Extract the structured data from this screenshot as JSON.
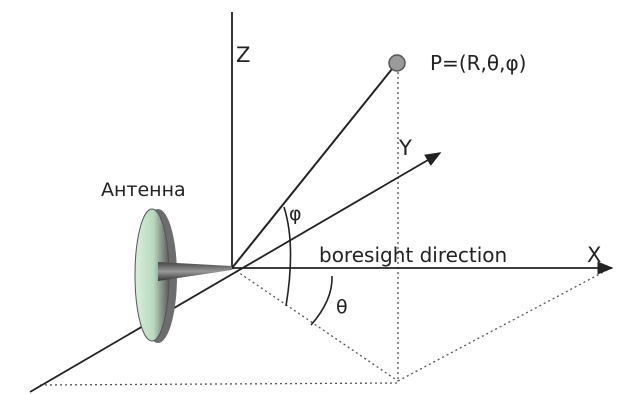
{
  "diagram": {
    "axis_z_label": "Z",
    "axis_y_label": "Y",
    "axis_x_label": "X",
    "point_label": "P=(R,θ,φ)",
    "antenna_label": "Антенна",
    "boresight_label": "boresight direction",
    "phi_label": "φ",
    "theta_label": "θ"
  },
  "colors": {
    "line": "#222222",
    "dotted": "#555555",
    "point_fill": "#9a9a9a",
    "antenna_face": "#cfe6d4",
    "antenna_body": "#6d6d6d"
  }
}
